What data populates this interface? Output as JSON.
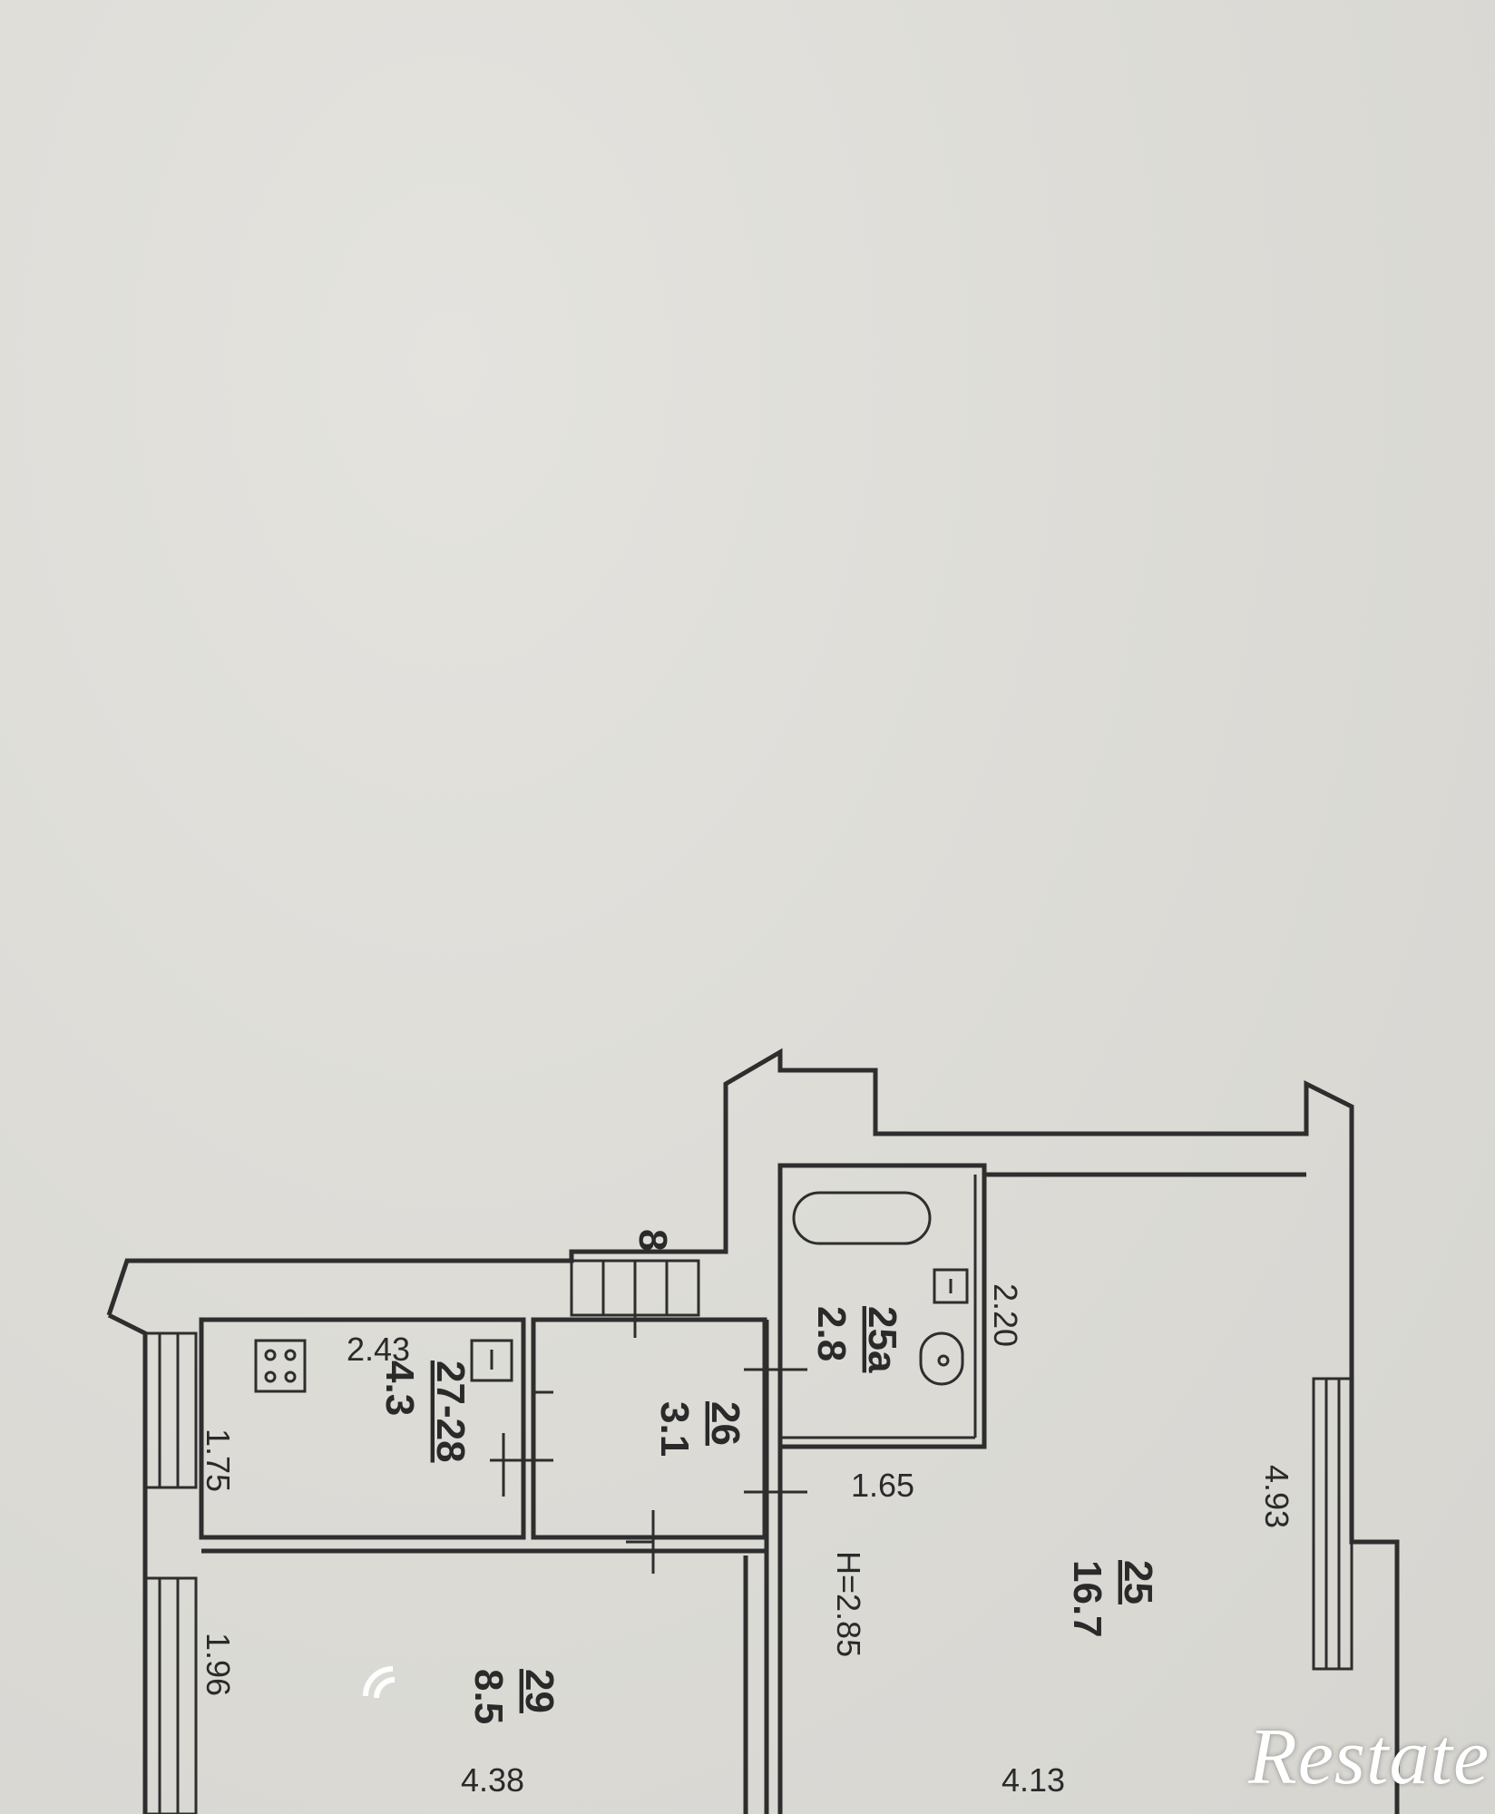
{
  "rooms": [
    {
      "id": "25a",
      "number": "25a",
      "area": "2.8"
    },
    {
      "id": "26",
      "number": "26",
      "area": "3.1"
    },
    {
      "id": "27-28",
      "number": "27-28",
      "area": "4.3"
    },
    {
      "id": "29",
      "number": "29",
      "area": "8.5"
    },
    {
      "id": "25",
      "number": "25",
      "area": "16.7"
    }
  ],
  "dimensions": {
    "bath_width": "2.20",
    "bath_length": "1.65",
    "kitchen_width": "2.43",
    "kitchen_depth": "1.75",
    "room29_depth": "1.96",
    "room29_length": "4.38",
    "room25_width": "4.93",
    "room25_length": "4.13"
  },
  "ceiling_height": "H=2.85",
  "axis_mark": "8",
  "watermark": "Restate"
}
